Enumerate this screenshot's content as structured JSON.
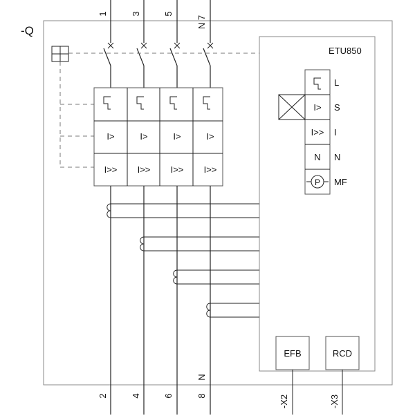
{
  "device": {
    "designation": "-Q",
    "etu_label": "ETU850"
  },
  "terminals_top": [
    "1",
    "3",
    "5",
    "N 7"
  ],
  "terminals_bottom": [
    "2",
    "4",
    "6",
    "8"
  ],
  "neutral_bottom_label": "N",
  "release_rows": {
    "overload": "I>",
    "short_circuit": "I>>"
  },
  "etu_functions": [
    {
      "symbol": "",
      "letter": "L"
    },
    {
      "symbol": "I>",
      "letter": "S"
    },
    {
      "symbol": "I>>",
      "letter": "I"
    },
    {
      "symbol": "N",
      "letter": "N"
    },
    {
      "symbol": "P",
      "letter": "MF"
    }
  ],
  "modules": {
    "efb": "EFB",
    "rcd": "RCD"
  },
  "outputs": {
    "x2": "-X2",
    "x3": "-X3"
  }
}
